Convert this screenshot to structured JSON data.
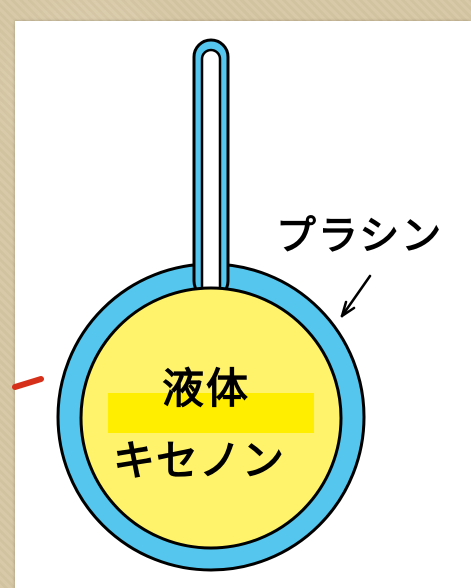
{
  "labels": {
    "prasin": "プラシン",
    "liquid": "液体",
    "xenon": "キセノン"
  },
  "colors": {
    "background": "#d6c7a3",
    "shell_blue": "#55c7ee",
    "liquid_yellow": "#fff36b",
    "highlight_yellow": "#ffee00",
    "pointer_red": "#d6301a",
    "stroke": "#000000"
  },
  "icons": {
    "pointer_arrow": "arrow-down-left-icon"
  }
}
